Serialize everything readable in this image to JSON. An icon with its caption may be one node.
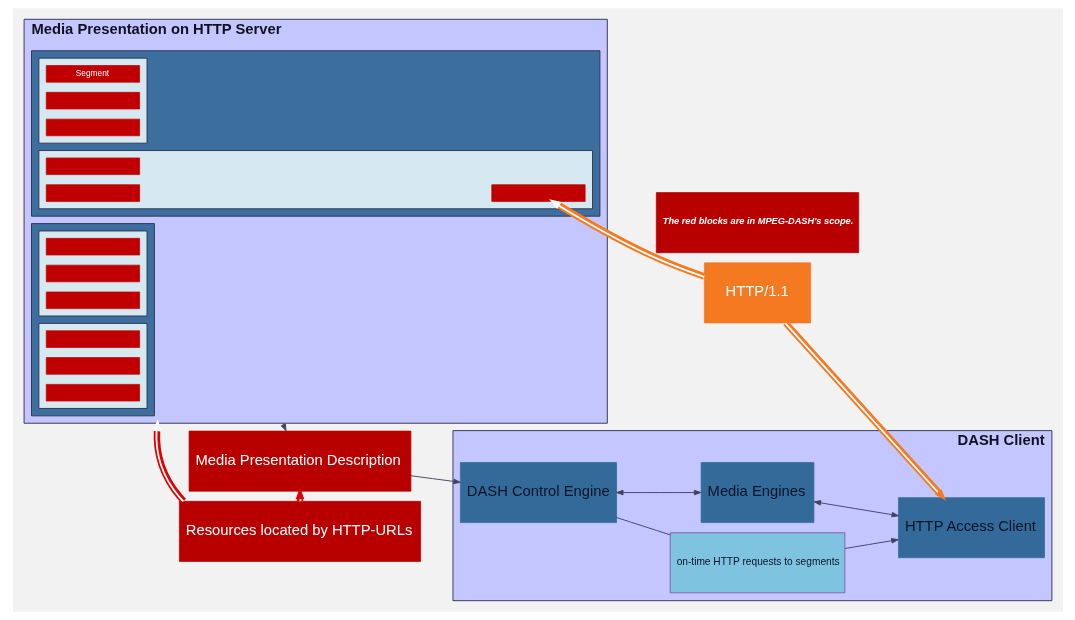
{
  "diagram": {
    "nodes": [
      {
        "text": [
          "Media Presentation on HTTP Server"
        ]
      },
      {
        "text": [],
        "shape": "box",
        "in": 0
      },
      {
        "text": [],
        "shape": "box",
        "in": 1
      },
      {
        "text": [],
        "shape": "bar",
        "in": 2
      },
      {
        "text": [],
        "shape": "bar",
        "in": 2
      },
      {
        "text": [],
        "shape": "bar",
        "in": 2
      },
      {
        "text": [],
        "shape": "box",
        "in": 1
      },
      {
        "text": [],
        "shape": "bar",
        "in": 6
      },
      {
        "text": [],
        "shape": "bar",
        "in": 6
      },
      {
        "text": [],
        "shape": "bar",
        "in": 6
      },
      {
        "text": [],
        "shape": "box",
        "in": 0
      },
      {
        "text": [],
        "shape": "box",
        "in": 10
      },
      {
        "text": [
          "Segment"
        ],
        "in": 11
      },
      {
        "text": [],
        "shape": "bar",
        "in": 11
      },
      {
        "text": [],
        "shape": "bar",
        "in": 11
      },
      {
        "text": [],
        "shape": "box",
        "in": 10
      },
      {
        "text": [],
        "shape": "bar",
        "in": 15
      },
      {
        "text": [],
        "shape": "bar",
        "in": 15
      },
      {
        "text": [],
        "shape": "bar",
        "in": 15
      },
      {
        "text": [
          "Media Presentation Description"
        ]
      },
      {
        "text": [
          "Resources located by HTTP-URLs"
        ]
      },
      {
        "text": [
          "HTTP/1.1"
        ]
      },
      {
        "text": [
          "The red blocks are in MPEG-DASH's scope."
        ]
      },
      {
        "text": [
          "DASH Client"
        ]
      },
      {
        "text": [
          "DASH Control Engine"
        ],
        "in": 23
      },
      {
        "text": [
          "on-time HTTP requests to segments"
        ],
        "in": 23
      },
      {
        "text": [
          "Media Engines"
        ],
        "in": 23
      },
      {
        "text": [
          "HTTP Access Client"
        ],
        "in": 23
      }
    ],
    "edges": [
      {
        "from": 0,
        "to": 19,
        "arrow": "to"
      },
      {
        "from": 19,
        "to": 24,
        "arrow": "to"
      },
      {
        "from": 20,
        "to": 19,
        "arrow": "to",
        "style": "thick",
        "color": "#e00000"
      },
      {
        "from": 20,
        "to": 0,
        "arrow": "to",
        "style": "thick",
        "color": "#e00000"
      },
      {
        "from": 21,
        "to": 16,
        "arrow": "to",
        "style": "thick",
        "color": "#f47920"
      },
      {
        "from": 21,
        "to": 27,
        "arrow": "to",
        "style": "thick",
        "color": "#f47920"
      },
      {
        "from": 24,
        "to": 25,
        "arrow": "none"
      },
      {
        "from": 25,
        "to": 27,
        "arrow": "to"
      },
      {
        "from": 24,
        "to": 26,
        "arrow": "both"
      },
      {
        "from": 27,
        "to": 26,
        "arrow": "both"
      }
    ]
  }
}
